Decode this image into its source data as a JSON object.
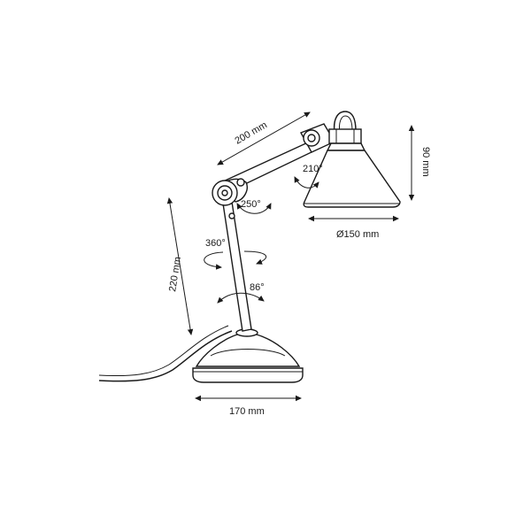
{
  "dimensions": {
    "arm_length": "200 mm",
    "shade_height": "90 mm",
    "shade_diameter": "Ø150 mm",
    "lamp_height": "220 mm",
    "base_diameter": "170 mm"
  },
  "angles": {
    "shade_tilt": "210°",
    "elbow": "250°",
    "rotation": "360°",
    "base_tilt": "86°"
  },
  "colors": {
    "line": "#1a1a1a",
    "fill": "#ffffff"
  }
}
